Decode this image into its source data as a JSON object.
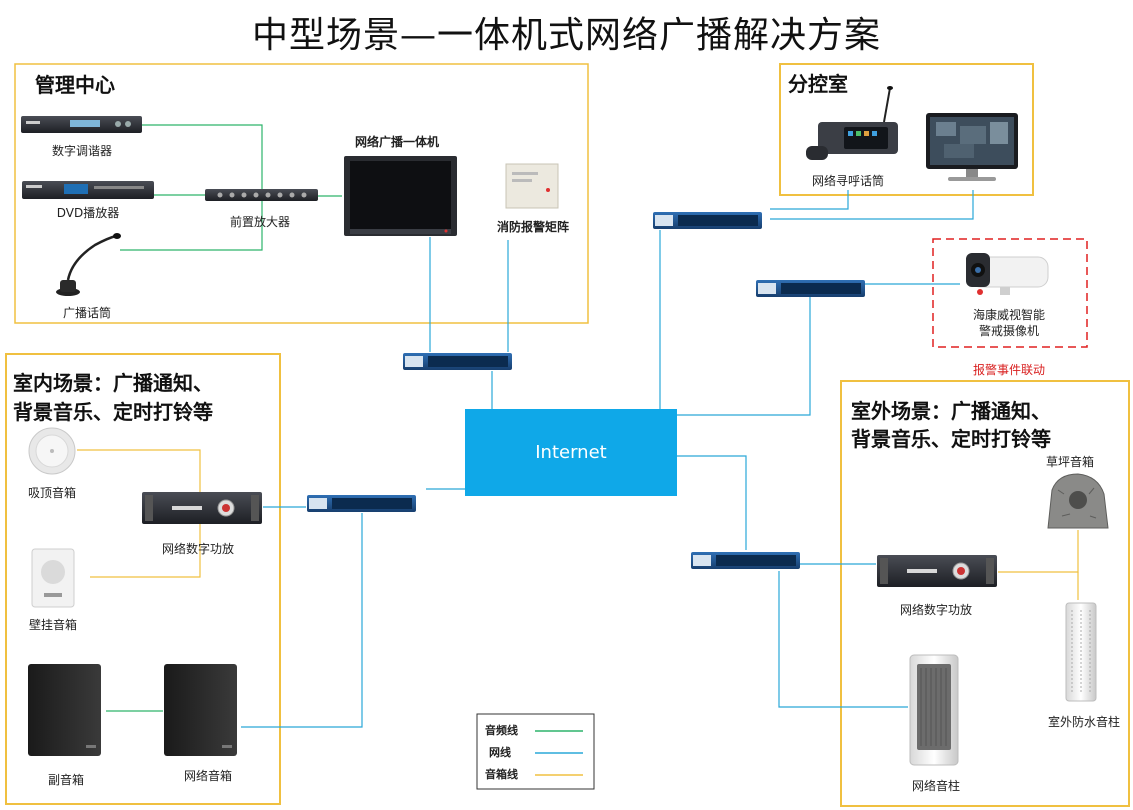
{
  "title": "中型场景—一体机式网络广播解决方案",
  "colors": {
    "audio_line": "#2db36b",
    "network_line": "#2aa8d8",
    "speaker_line": "#f0c040",
    "zone_border": "#f0c040",
    "internet_fill": "#0fa8e8",
    "alarm_border": "#e02020"
  },
  "zones": {
    "management": "管理中心",
    "sub_control": "分控室",
    "indoor_line1": "室内场景：广播通知、",
    "indoor_line2": "背景音乐、定时打铃等",
    "outdoor_line1": "室外场景：广播通知、",
    "outdoor_line2": "背景音乐、定时打铃等"
  },
  "devices": {
    "tuner": "数字调谐器",
    "dvd": "DVD播放器",
    "mic": "广播话筒",
    "preamp": "前置放大器",
    "all_in_one": "网络广播一体机",
    "fire_matrix": "消防报警矩阵",
    "paging_mic": "网络寻呼话筒",
    "camera_line1": "海康威视智能",
    "camera_line2": "警戒摄像机",
    "alarm_link": "报警事件联动",
    "internet": "Internet",
    "ceiling_speaker": "吸顶音箱",
    "wall_speaker": "壁挂音箱",
    "indoor_amp": "网络数字功放",
    "sub_speaker": "副音箱",
    "network_speaker": "网络音箱",
    "lawn_speaker": "草坪音箱",
    "outdoor_amp": "网络数字功放",
    "waterproof_column": "室外防水音柱",
    "network_column": "网络音柱"
  },
  "legend": {
    "audio": "音频线",
    "network": "网线",
    "speaker": "音箱线"
  }
}
